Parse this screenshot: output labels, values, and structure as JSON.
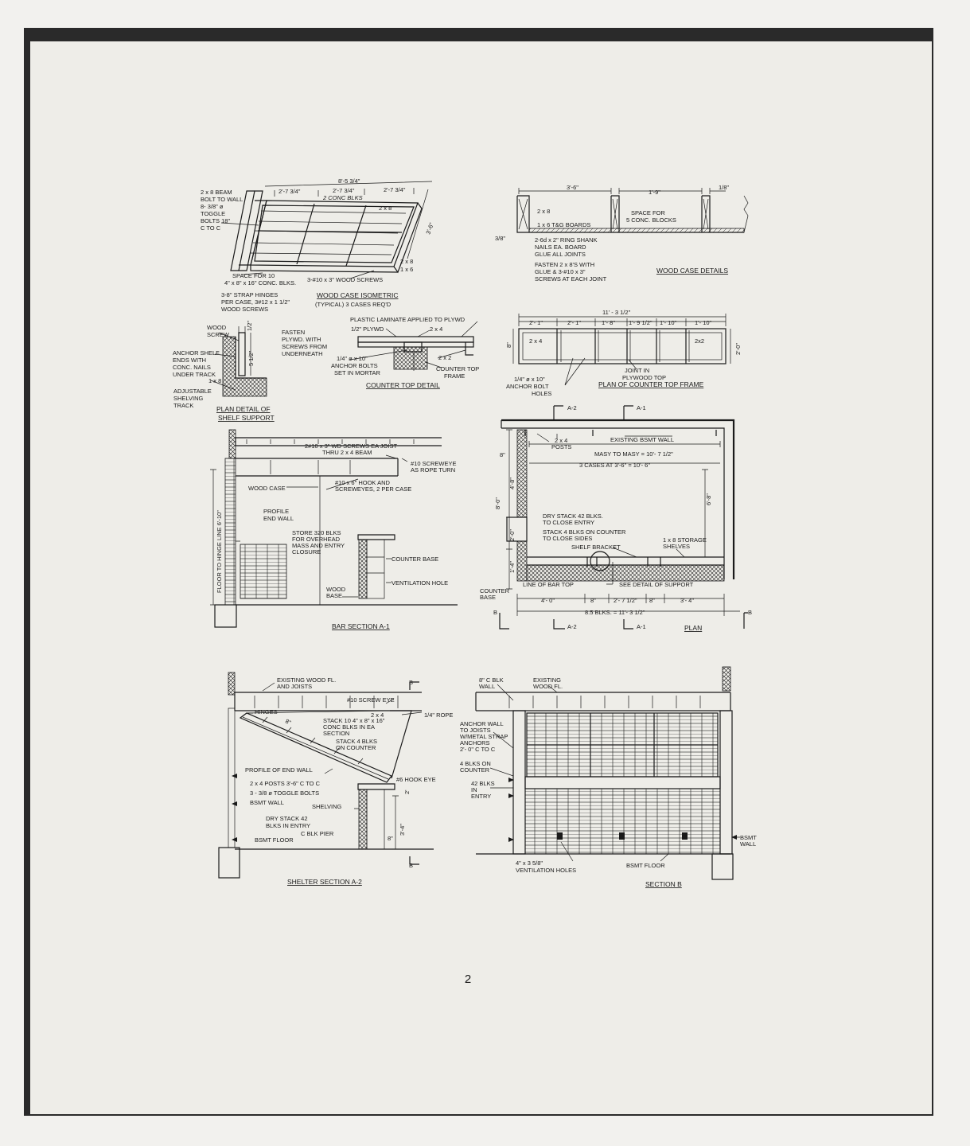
{
  "page_number": "2",
  "views": {
    "wood_case_isometric": {
      "title": "WOOD CASE ISOMETRIC",
      "subtitle": "(TYPICAL) 3 CASES REQ'D",
      "dims": [
        "8'-5 3/4\"",
        "2'-7 3/4\"",
        "2'-7 3/4\"",
        "2'-7 3/4\"",
        "3'-6\""
      ],
      "labels": [
        "2 CONC BLKS",
        "2 x 8",
        "2 x 8",
        "1 x 6"
      ],
      "note_beam": [
        "2 x 8 BEAM",
        "BOLT TO WALL",
        "8- 3/8\" ø",
        "TOGGLE",
        "BOLTS 18\"",
        "C TO C"
      ],
      "note_space": [
        "SPACE FOR 10",
        "4\" x 8\" x 16\" CONC. BLKS."
      ],
      "note_screws": "3-#10 x 3\" WOOD SCREWS",
      "note_hinges": [
        "3-8\" STRAP HINGES",
        "PER CASE, 3#12 x 1 1/2\"",
        "WOOD SCREWS"
      ]
    },
    "wood_case_details": {
      "title": "WOOD CASE DETAILS",
      "dims": [
        "3'-6\"",
        "1'-9\"",
        "1/8\"",
        "3/8\""
      ],
      "labels": [
        "2 x 8",
        "1 x 6 T&G BOARDS",
        "SPACE FOR",
        "5 CONC. BLOCKS"
      ],
      "note_nails": [
        "2-6d x 2\" RING SHANK",
        "NAILS EA. BOARD",
        "GLUE ALL JOINTS"
      ],
      "note_fasten": [
        "FASTEN 2 x 8'S WITH",
        "GLUE & 3-#10 x 3\"",
        "SCREWS AT EACH JOINT"
      ]
    },
    "plan_detail_shelf_support": {
      "title_line1": "PLAN DETAIL OF",
      "title_line2": "SHELF SUPPORT",
      "labels": [
        "WOOD",
        "SCREW",
        "1/2\"",
        "5 1/2\"",
        "1 x 8"
      ],
      "note_anchor": [
        "ANCHOR SHELF",
        "ENDS WITH",
        "CONC. NAILS",
        "UNDER TRACK"
      ],
      "note_track": [
        "ADJUSTABLE",
        "SHELVING",
        "TRACK"
      ]
    },
    "counter_top_detail": {
      "title": "COUNTER TOP DETAIL",
      "labels": [
        "PLASTIC LAMINATE APPLIED TO PLYWD",
        "1/2\" PLYWD",
        "2 x 4",
        "2 x 2"
      ],
      "note_fasten": [
        "FASTEN",
        "PLYWD. WITH",
        "SCREWS FROM",
        "UNDERNEATH"
      ],
      "note_anchor": [
        "1/4\" ø x 10\"",
        "ANCHOR BOLTS",
        "SET IN MORTAR"
      ],
      "note_frame": [
        "COUNTER TOP",
        "FRAME"
      ]
    },
    "plan_counter_top_frame": {
      "title": "PLAN OF COUNTER TOP FRAME",
      "dims": [
        "11' - 3 1/2\"",
        "2'- 1\"",
        "2'- 1\"",
        "1'- 8\"",
        "1'- 9 1/2\"",
        "1'- 10\"",
        "1'- 10\"",
        "8\"",
        "2'-0\""
      ],
      "labels": [
        "2 x 4",
        "2x2"
      ],
      "note_joint": [
        "JOINT IN",
        "PLYWOOD TOP"
      ],
      "note_anchor": [
        "1/4\" ø x 10\"",
        "ANCHOR BOLT",
        "HOLES"
      ]
    },
    "bar_section": {
      "title": "BAR SECTION A-1",
      "labels": [
        "WOOD CASE",
        "COUNTER BASE",
        "VENTILATION HOLE",
        "FLOOR TO HINGE LINE 6'-10\""
      ],
      "note_screws": [
        "2#10 x 3\" WD SCREWS EA JOIST",
        "THRU 2 x 4 BEAM"
      ],
      "note_eye": [
        "#10 SCREWEYE",
        "AS ROPE TURN"
      ],
      "note_hook": [
        "#10 x 6\" HOOK AND",
        "SCREWEYES, 2 PER CASE"
      ],
      "note_profile": [
        "PROFILE",
        "END WALL"
      ],
      "note_store": [
        "STORE 320 BLKS",
        "FOR OVERHEAD",
        "MASS AND ENTRY",
        "CLOSURE"
      ],
      "note_base": [
        "WOOD",
        "BASE"
      ]
    },
    "plan": {
      "title": "PLAN",
      "markers": [
        "A-2",
        "A-1",
        "A-2",
        "A-1",
        "B",
        "B"
      ],
      "dims": [
        "8\"",
        "MASY TO MASY = 10'- 7 1/2\"",
        "3 CASES AT 3'-6\" = 10'- 6\"",
        "8'-0\"",
        "4'-8\"",
        "2'-0\"",
        "1'-4\"",
        "6'-8\"",
        "4'- 0\"",
        "8\"",
        "2'- 7 1/2\"",
        "8\"",
        "3'- 4\"",
        "8.5 BLKS. = 11'- 3 1/2\""
      ],
      "labels": [
        "2 x 4",
        "POSTS",
        "EXISTING BSMT WALL",
        "SHELF BRACKET",
        "SEE DETAIL OF SUPPORT",
        "LINE OF BAR TOP"
      ],
      "note_dry": [
        "DRY STACK 42 BLKS.",
        "TO CLOSE ENTRY"
      ],
      "note_stack": [
        "STACK 4 BLKS ON COUNTER",
        "TO CLOSE SIDES"
      ],
      "note_storage": [
        "1 x 8 STORAGE",
        "SHELVES"
      ],
      "note_counter": [
        "COUNTER",
        "BASE"
      ]
    },
    "shelter_section": {
      "title": "SHELTER SECTION A-2",
      "markers": [
        "B",
        "B"
      ],
      "labels": [
        "HINGES",
        "8\"",
        "#10 SCREW EYE",
        "2 x 4",
        "1/4\" ROPE",
        "#6 HOOK EYE",
        "2'",
        "SHELVING",
        "C BLK PIER",
        "BSMT FLOOR",
        "8\"",
        "3'-4\"",
        "BSMT WALL"
      ],
      "note_existing": [
        "EXISTING WOOD FL.",
        "AND JOISTS"
      ],
      "note_stack10": [
        "STACK 10 4\" x 8\" x 16\"",
        "CONC BLKS IN EA",
        "SECTION"
      ],
      "note_stack4": [
        "STACK 4 BLKS",
        "ON COUNTER"
      ],
      "note_profile": "PROFILE OF END WALL",
      "note_posts": [
        "2 x 4 POSTS 3'-6\" C TO C",
        "3 - 3/8 ø TOGGLE BOLTS"
      ],
      "note_dry": [
        "DRY STACK 42",
        "BLKS IN ENTRY"
      ]
    },
    "section_b": {
      "title": "SECTION B",
      "note_wall": [
        "8\" C BLK",
        "WALL"
      ],
      "note_existing": [
        "EXISTING",
        "WOOD FL."
      ],
      "note_anchor": [
        "ANCHOR WALL",
        "TO JOISTS",
        "W/METAL STRAP",
        "ANCHORS",
        "2'- 0\" C TO C"
      ],
      "note_counter": [
        "4 BLKS ON",
        "COUNTER"
      ],
      "note_entry": [
        "42 BLKS",
        "IN",
        "ENTRY"
      ],
      "note_bsmt": [
        "BSMT",
        "WALL"
      ],
      "note_floor": "BSMT FLOOR",
      "note_holes": [
        "4\" x 3 5/8\"",
        "VENTILATION HOLES"
      ]
    }
  }
}
